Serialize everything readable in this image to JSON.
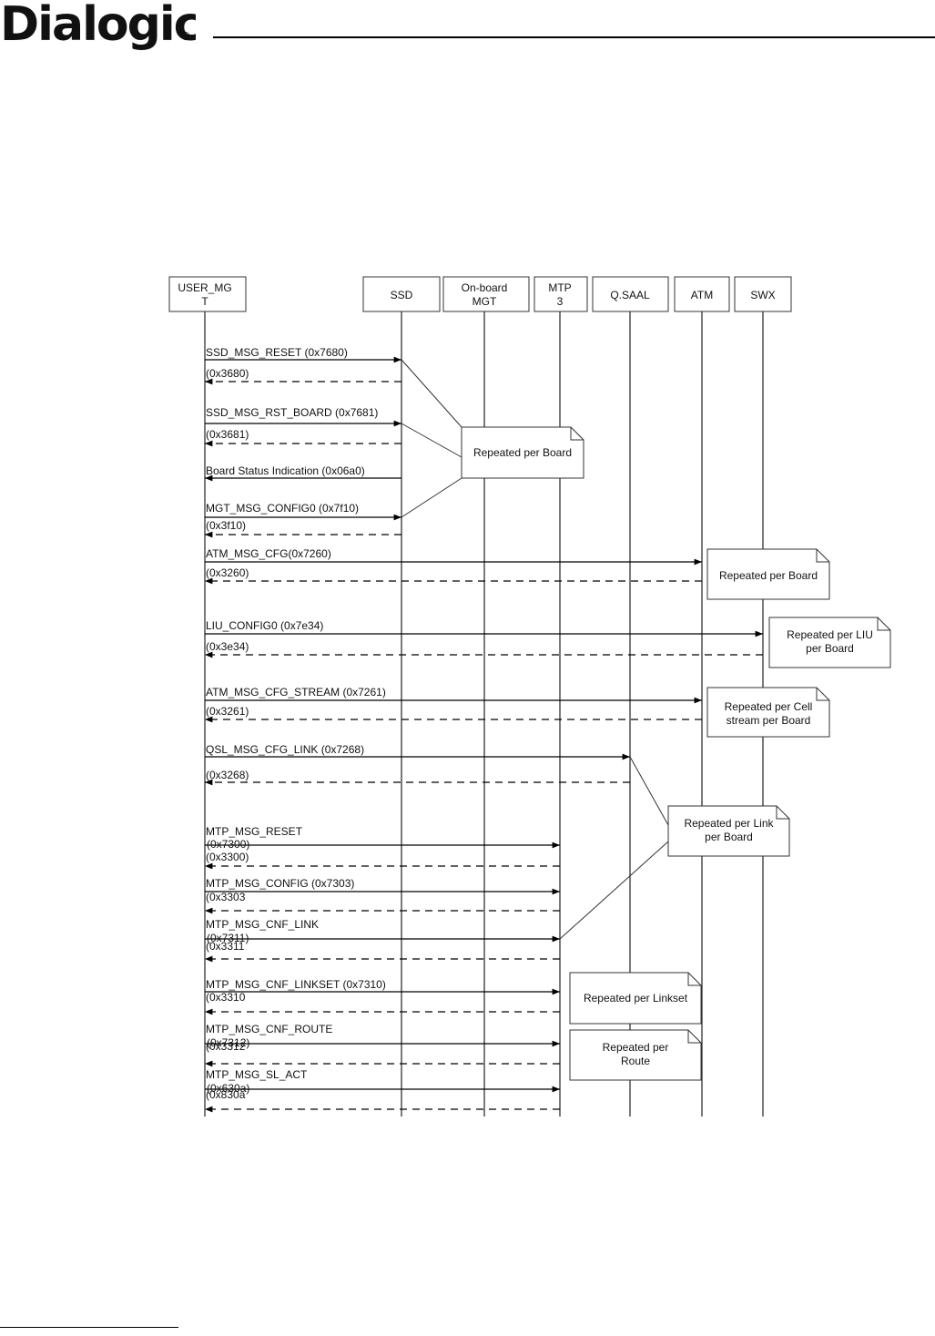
{
  "header": {
    "logo_text": "Dialogic",
    "logo_mark": "®"
  },
  "lifelines": [
    {
      "id": "user_mgt",
      "label_lines": [
        "USER_MG",
        "T"
      ]
    },
    {
      "id": "ssd",
      "label_lines": [
        "SSD"
      ]
    },
    {
      "id": "onboard_mgt",
      "label_lines": [
        "On-board",
        "MGT"
      ]
    },
    {
      "id": "mtp3",
      "label_lines": [
        "MTP",
        "3"
      ]
    },
    {
      "id": "qsaal",
      "label_lines": [
        "Q.SAAL"
      ]
    },
    {
      "id": "atm",
      "label_lines": [
        "ATM"
      ]
    },
    {
      "id": "swx",
      "label_lines": [
        "SWX"
      ]
    }
  ],
  "messages": [
    {
      "id": "ssd-reset",
      "label": "SSD_MSG_RESET (0x7680)",
      "to": "ssd",
      "dir": "req"
    },
    {
      "id": "ssd-reset-conf",
      "label": "(0x3680)",
      "to": "ssd",
      "dir": "conf"
    },
    {
      "id": "ssd-rst-board",
      "label": "SSD_MSG_RST_BOARD (0x7681)",
      "to": "ssd",
      "dir": "req"
    },
    {
      "id": "ssd-rst-board-conf",
      "label": "(0x3681)",
      "to": "ssd",
      "dir": "conf"
    },
    {
      "id": "board-status",
      "label": "Board Status Indication (0x06a0)",
      "to": "ssd",
      "dir": "ind"
    },
    {
      "id": "mgt-config0",
      "label": "MGT_MSG_CONFIG0 (0x7f10)",
      "to": "ssd",
      "dir": "req"
    },
    {
      "id": "mgt-config0-conf",
      "label": "(0x3f10)",
      "to": "ssd",
      "dir": "conf"
    },
    {
      "id": "atm-cfg",
      "label": "ATM_MSG_CFG(0x7260)",
      "to": "atm",
      "dir": "req"
    },
    {
      "id": "atm-cfg-conf",
      "label": "(0x3260)",
      "to": "atm",
      "dir": "conf"
    },
    {
      "id": "liu-config0",
      "label": "LIU_CONFIG0 (0x7e34)",
      "to": "swx",
      "dir": "req"
    },
    {
      "id": "liu-config0-conf",
      "label": "(0x3e34)",
      "to": "swx",
      "dir": "conf"
    },
    {
      "id": "atm-cfg-stream",
      "label": "ATM_MSG_CFG_STREAM (0x7261)",
      "to": "atm",
      "dir": "req"
    },
    {
      "id": "atm-cfg-stream-conf",
      "label": "(0x3261)",
      "to": "atm",
      "dir": "conf"
    },
    {
      "id": "qsl-cfg-link",
      "label": "QSL_MSG_CFG_LINK (0x7268)",
      "to": "qsaal",
      "dir": "req"
    },
    {
      "id": "qsl-cfg-link-conf",
      "label": "(0x3268)",
      "to": "qsaal",
      "dir": "conf"
    },
    {
      "id": "mtp-reset",
      "label": "MTP_MSG_RESET",
      "label2": "(0x7300)",
      "to": "mtp3",
      "dir": "req"
    },
    {
      "id": "mtp-reset-conf",
      "label": "(0x3300)",
      "to": "mtp3",
      "dir": "conf"
    },
    {
      "id": "mtp-config",
      "label": "MTP_MSG_CONFIG (0x7303)",
      "to": "mtp3",
      "dir": "req"
    },
    {
      "id": "mtp-config-conf",
      "label": "(0x3303",
      "to": "mtp3",
      "dir": "conf"
    },
    {
      "id": "mtp-cnf-link",
      "label": "MTP_MSG_CNF_LINK",
      "label2": "(0x7311)",
      "to": "mtp3",
      "dir": "req"
    },
    {
      "id": "mtp-cnf-link-conf",
      "label": "(0x3311",
      "to": "mtp3",
      "dir": "conf"
    },
    {
      "id": "mtp-cnf-linkset",
      "label": "MTP_MSG_CNF_LINKSET (0x7310)",
      "to": "mtp3",
      "dir": "req"
    },
    {
      "id": "mtp-cnf-linkset-conf",
      "label": "(0x3310",
      "to": "mtp3",
      "dir": "conf"
    },
    {
      "id": "mtp-cnf-route",
      "label": "MTP_MSG_CNF_ROUTE",
      "label2": "(0x7312)",
      "to": "mtp3",
      "dir": "req"
    },
    {
      "id": "mtp-cnf-route-conf",
      "label": "(0x3312",
      "to": "mtp3",
      "dir": "conf"
    },
    {
      "id": "mtp-sl-act",
      "label": "MTP_MSG_SL_ACT",
      "label2": "(0x630a)",
      "to": "mtp3",
      "dir": "req"
    },
    {
      "id": "mtp-sl-act-conf",
      "label": "(0x830a",
      "to": "mtp3",
      "dir": "conf"
    }
  ],
  "notes": [
    {
      "id": "per-board-ssd",
      "lines": [
        "Repeated per Board"
      ]
    },
    {
      "id": "per-board-atm",
      "lines": [
        "Repeated per Board"
      ]
    },
    {
      "id": "per-liu",
      "lines": [
        "Repeated per LIU",
        "per Board"
      ]
    },
    {
      "id": "per-cell-stream",
      "lines": [
        "Repeated per Cell",
        "stream per Board"
      ]
    },
    {
      "id": "per-link",
      "lines": [
        "Repeated per Link",
        "per Board"
      ]
    },
    {
      "id": "per-linkset",
      "lines": [
        "Repeated per Linkset"
      ]
    },
    {
      "id": "per-route",
      "lines": [
        "Repeated per",
        "Route"
      ]
    }
  ]
}
